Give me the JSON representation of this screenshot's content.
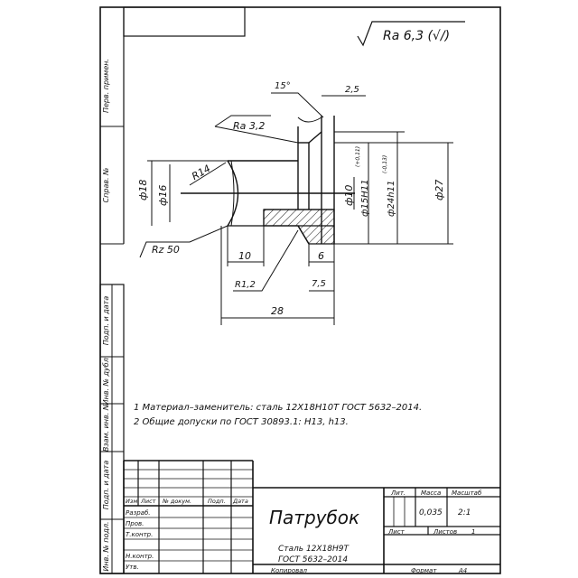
{
  "roughness_general": "Ra 6,3 (√/)",
  "roughness_notes": {
    "ra_face": "Ra 3,2",
    "rz_face": "Rz 50"
  },
  "dimensions": {
    "chamfer_angle": "15°",
    "chamfer_width": "2,5",
    "radius_sphere": "R14",
    "d18": "ф18",
    "d16": "ф16",
    "d10": "ф10",
    "d15": "ф15Н11",
    "d15_tol": "(+0,11)",
    "d24": "ф24h11",
    "d24_tol": "(-0,13)",
    "d27": "ф27",
    "len10": "10",
    "len6": "6",
    "r12": "R1,2",
    "len75": "7,5",
    "len28": "28"
  },
  "notes": [
    "1 Материал–заменитель: сталь 12Х18Н10Т ГОСТ 5632–2014.",
    "2  Общие допуски по ГОСТ 30893.1: Н13, h13."
  ],
  "side_stamps": [
    "Перв. примен.",
    "Справ. №",
    "Подп. и дата",
    "Инв. № дубл.",
    "Взам. инв. №",
    "Подп. и дата",
    "Инв. № подл."
  ],
  "title_block": {
    "col_headers": [
      "Изм",
      "Лист",
      "№ докум.",
      "Подп.",
      "Дата"
    ],
    "roles": [
      "Разраб.",
      "Пров.",
      "Т.контр.",
      "",
      "Н.контр.",
      "Утв."
    ],
    "part_name": "Патрубок",
    "material_line1": "Сталь 12Х18Н9Т",
    "material_line2": "ГОСТ 5632–2014",
    "lit_label": "Лит.",
    "mass_label": "Масса",
    "scale_label": "Масштаб",
    "mass_value": "0,035",
    "scale_value": "2:1",
    "sheet_label": "Лист",
    "sheets_label": "Листов",
    "sheets_value": "1",
    "copied": "Копировал",
    "format_label": "Формат",
    "format_value": "А4"
  }
}
